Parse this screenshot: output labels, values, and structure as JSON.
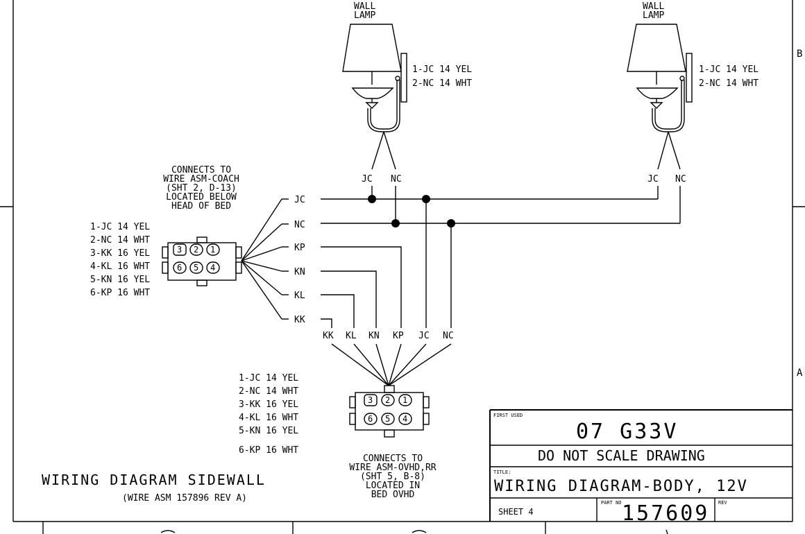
{
  "lamps": [
    {
      "title_line1": "WALL",
      "title_line2": "LAMP",
      "wire1": "1-JC 14 YEL",
      "wire2": "2-NC 14 WHT",
      "lead1": "JC",
      "lead2": "NC"
    },
    {
      "title_line1": "WALL",
      "title_line2": "LAMP",
      "wire1": "1-JC 14 YEL",
      "wire2": "2-NC 14 WHT",
      "lead1": "JC",
      "lead2": "NC"
    }
  ],
  "left_connector": {
    "note": [
      "CONNECTS TO",
      "WIRE ASM-COACH",
      "(SHT 2, D-13)",
      "LOCATED BELOW",
      "HEAD OF BED"
    ],
    "pin_list": [
      "1-JC 14 YEL",
      "2-NC 14 WHT",
      "3-KK 16 YEL",
      "4-KL 16 WHT",
      "5-KN 16 YEL",
      "6-KP 16 WHT"
    ],
    "pins_top": [
      "3",
      "2",
      "1"
    ],
    "pins_bottom": [
      "6",
      "5",
      "4"
    ],
    "wires": [
      "JC",
      "NC",
      "KP",
      "KN",
      "KL",
      "KK"
    ]
  },
  "bottom_connector": {
    "leads": [
      "KK",
      "KL",
      "KN",
      "KP",
      "JC",
      "NC"
    ],
    "pin_list": [
      "1-JC 14 YEL",
      "2-NC 14 WHT",
      "3-KK 16 YEL",
      "4-KL 16 WHT",
      "5-KN 16 YEL",
      "6-KP 16 WHT"
    ],
    "pins_top": [
      "3",
      "2",
      "1"
    ],
    "pins_bottom": [
      "6",
      "5",
      "4"
    ],
    "note": [
      "CONNECTS TO",
      "WIRE ASM-OVHD,RR",
      "(SHT 5, B-8)",
      "LOCATED IN",
      "BED OVHD"
    ]
  },
  "diagram_title": "WIRING DIAGRAM SIDEWALL",
  "diagram_subtitle": "(WIRE ASM 157896 REV A)",
  "title_block": {
    "first_used_label": "FIRST USED",
    "first_used_value": "07 G33V",
    "scale_note": "DO NOT SCALE DRAWING",
    "title_label": "TITLE:",
    "title_value": "WIRING DIAGRAM-BODY, 12V",
    "sheet": "SHEET 4",
    "part_no_label": "PART NO",
    "part_no": "157609",
    "rev_label": "REV"
  },
  "zone_letters": [
    "B",
    "A"
  ]
}
